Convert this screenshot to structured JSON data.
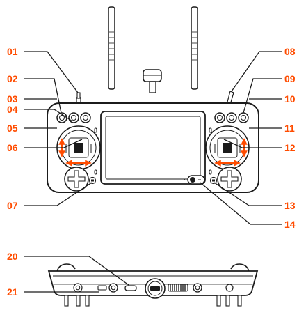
{
  "diagram": {
    "accent_color": "#ff4c00",
    "line_color": "#1b1b1b",
    "callouts": {
      "c01": "01",
      "c02": "02",
      "c03": "03",
      "c04": "04",
      "c05": "05",
      "c06": "06",
      "c07": "07",
      "c08": "08",
      "c09": "09",
      "c10": "10",
      "c11": "11",
      "c12": "12",
      "c13": "13",
      "c14": "14",
      "c20": "20",
      "c21": "21"
    }
  }
}
